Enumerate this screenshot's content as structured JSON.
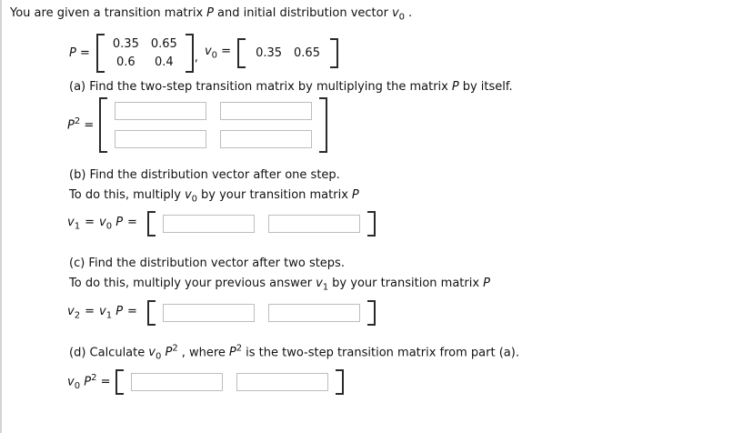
{
  "intro": {
    "text1": "You are given a transition matrix",
    "p_var": "P",
    "text2": "and initial distribution vector",
    "v_var": "v",
    "v_sub": "0",
    "text3": "."
  },
  "given": {
    "p_var": "P",
    "equals": "=",
    "p_matrix": [
      [
        "0.35",
        "0.65"
      ],
      [
        "0.6",
        "0.4"
      ]
    ],
    "comma": ",",
    "v_var": "v",
    "v_sub": "0",
    "v_equals": "=",
    "v0_vector": [
      "0.35",
      "0.65"
    ]
  },
  "part_a": {
    "prompt1": "(a) Find the two-step transition matrix by multiplying the matrix",
    "p_var": "P",
    "prompt2": "by itself.",
    "lhs_p": "P",
    "lhs_sup": "2",
    "equals": "="
  },
  "part_b": {
    "title": "(b) Find the distribution vector after one step.",
    "hint1": "To do this, multiply",
    "hint_v": "v",
    "hint_v_sub": "0",
    "hint2": "by your transition matrix",
    "hint_p": "P",
    "lhs_v": "v",
    "lhs_sub": "1",
    "eq1": "=",
    "rhs_v": "v",
    "rhs_sub": "0",
    "rhs_p": "P",
    "eq2": "="
  },
  "part_c": {
    "title": "(c) Find the distribution vector after two steps.",
    "hint1": "To do this, multiply your previous answer",
    "hint_v": "v",
    "hint_v_sub": "1",
    "hint2": "by your transition matrix",
    "hint_p": "P",
    "lhs_v": "v",
    "lhs_sub": "2",
    "eq1": "=",
    "rhs_v": "v",
    "rhs_sub": "1",
    "rhs_p": "P",
    "eq2": "="
  },
  "part_d": {
    "prompt1": "(d) Calculate",
    "v_var": "v",
    "v_sub": "0",
    "p_var": "P",
    "p_sup": "2",
    "prompt2": ", where",
    "p2_var": "P",
    "p2_sup": "2",
    "prompt3": "is the two-step transition matrix from part (a).",
    "lhs_v": "v",
    "lhs_sub": "0",
    "lhs_p": "P",
    "lhs_sup": "2",
    "equals": "="
  },
  "answer_box": {
    "value": "",
    "placeholder": ""
  }
}
